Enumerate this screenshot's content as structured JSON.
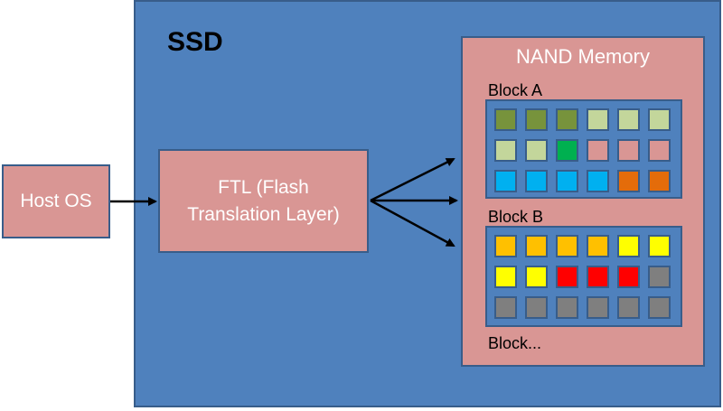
{
  "ssd": {
    "title": "SSD",
    "background": "#4f81bd"
  },
  "host": {
    "label": "Host OS"
  },
  "ftl": {
    "label": "FTL (Flash Translation Layer)"
  },
  "nand": {
    "title": "NAND Memory",
    "blocks": [
      {
        "label": "Block A",
        "rows": [
          [
            "#77933c",
            "#77933c",
            "#77933c",
            "#c3d69b",
            "#c3d69b",
            "#c3d69b"
          ],
          [
            "#c3d69b",
            "#c3d69b",
            "#00b050",
            "#d99694",
            "#d99694",
            "#d99694"
          ],
          [
            "#00b0f0",
            "#00b0f0",
            "#00b0f0",
            "#00b0f0",
            "#e46c0a",
            "#e46c0a"
          ]
        ]
      },
      {
        "label": "Block B",
        "rows": [
          [
            "#ffc000",
            "#ffc000",
            "#ffc000",
            "#ffc000",
            "#ffff00",
            "#ffff00"
          ],
          [
            "#ffff00",
            "#ffff00",
            "#ff0000",
            "#ff0000",
            "#ff0000",
            "#7f7f7f"
          ],
          [
            "#7f7f7f",
            "#7f7f7f",
            "#7f7f7f",
            "#7f7f7f",
            "#7f7f7f",
            "#7f7f7f"
          ]
        ]
      }
    ],
    "more_label": "Block..."
  }
}
